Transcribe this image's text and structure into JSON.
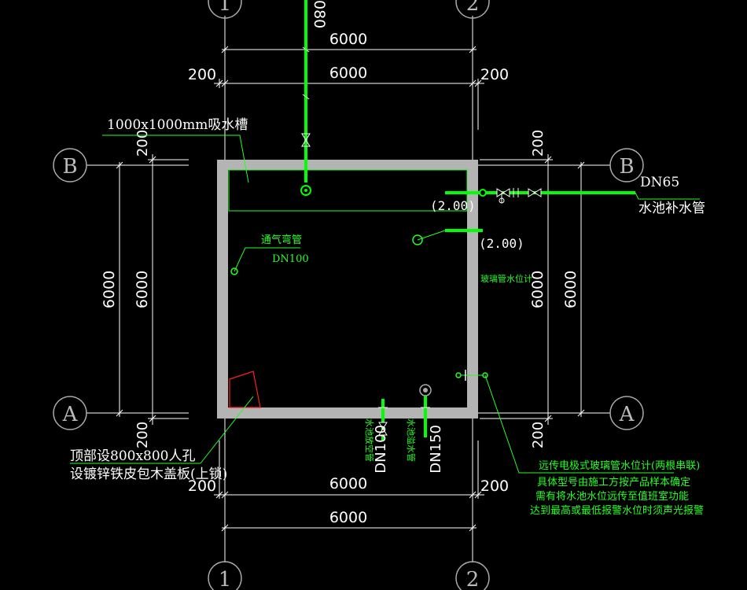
{
  "axes": {
    "col_1": "1",
    "col_2": "2",
    "row_A": "A",
    "row_B": "B"
  },
  "dimensions": {
    "top_outer": "6000",
    "top_inner": "6000",
    "top_left_offset": "200",
    "top_right_offset": "200",
    "bottom_outer": "6000",
    "bottom_inner": "6000",
    "bottom_left_offset": "200",
    "bottom_right_offset": "200",
    "left_outer": "6000",
    "left_inner": "6000",
    "left_top_offset": "200",
    "left_bottom_offset": "200",
    "right_outer": "6000",
    "right_inner": "6000",
    "right_top_offset": "200",
    "right_bottom_offset": "200"
  },
  "labels": {
    "top_pipe_partial": "080",
    "sump": "1000x1000mm吸水槽",
    "makeup_dn": "DN65",
    "makeup_name": "水池补水管",
    "elev_1": "(2.00)",
    "elev_2": "(2.00)",
    "vent_name": "通气弯管",
    "vent_dn": "DN100",
    "glass_gauge": "玻璃管水位计",
    "drain_name": "水池放空管",
    "drain_dn": "DN100",
    "overflow_name": "水池溢水管",
    "overflow_dn": "DN150",
    "manhole_1": "顶部设800x800人孔",
    "manhole_2": "设镀锌铁皮包木盖板(上锁)",
    "note_1": "远传电极式玻璃管水位计(两根串联)",
    "note_2": "具体型号由施工方按产品样本确定",
    "note_3": "需有将水池水位远传至值班室功能",
    "note_4": "达到最高或最低报警水位时须声光报警"
  },
  "colors": {
    "background": "#000000",
    "wall": "#b4b4b4",
    "pipe": "#00ff00",
    "dim_line": "#ffffff",
    "manhole": "#ff2020"
  }
}
